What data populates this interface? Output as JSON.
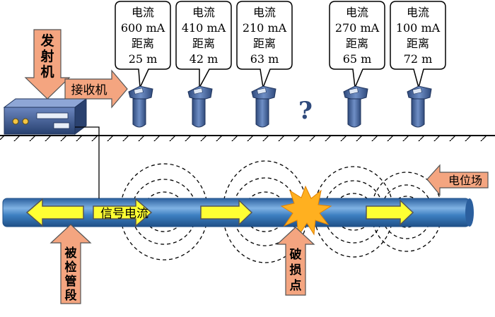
{
  "labels": {
    "transmitter": [
      "发",
      "射",
      "机"
    ],
    "receiver": "接收机",
    "electric_field": "电位场",
    "signal_current": "信号电流",
    "pipe_section": [
      "被",
      "检",
      "管",
      "段"
    ],
    "damage_point": [
      "破",
      "损",
      "点"
    ],
    "unknown_mark": "?"
  },
  "readings": [
    {
      "current_label": "电流",
      "current": "600 mA",
      "distance_label": "距离",
      "distance": "25 m"
    },
    {
      "current_label": "电流",
      "current": "410 mA",
      "distance_label": "距离",
      "distance": "42 m"
    },
    {
      "current_label": "电流",
      "current": "210 mA",
      "distance_label": "距离",
      "distance": "63 m"
    },
    {
      "current_label": "电流",
      "current": "270 mA",
      "distance_label": "距离",
      "distance": "65 m"
    },
    {
      "current_label": "电流",
      "current": "100 mA",
      "distance_label": "距离",
      "distance": "72 m"
    }
  ],
  "colors": {
    "pipe": "#3d7fc1",
    "arrow_salmon": "#f4a580",
    "arrow_yellow": "#ffff33",
    "device_body": "#3f5e96",
    "burst": "#ffb020"
  }
}
